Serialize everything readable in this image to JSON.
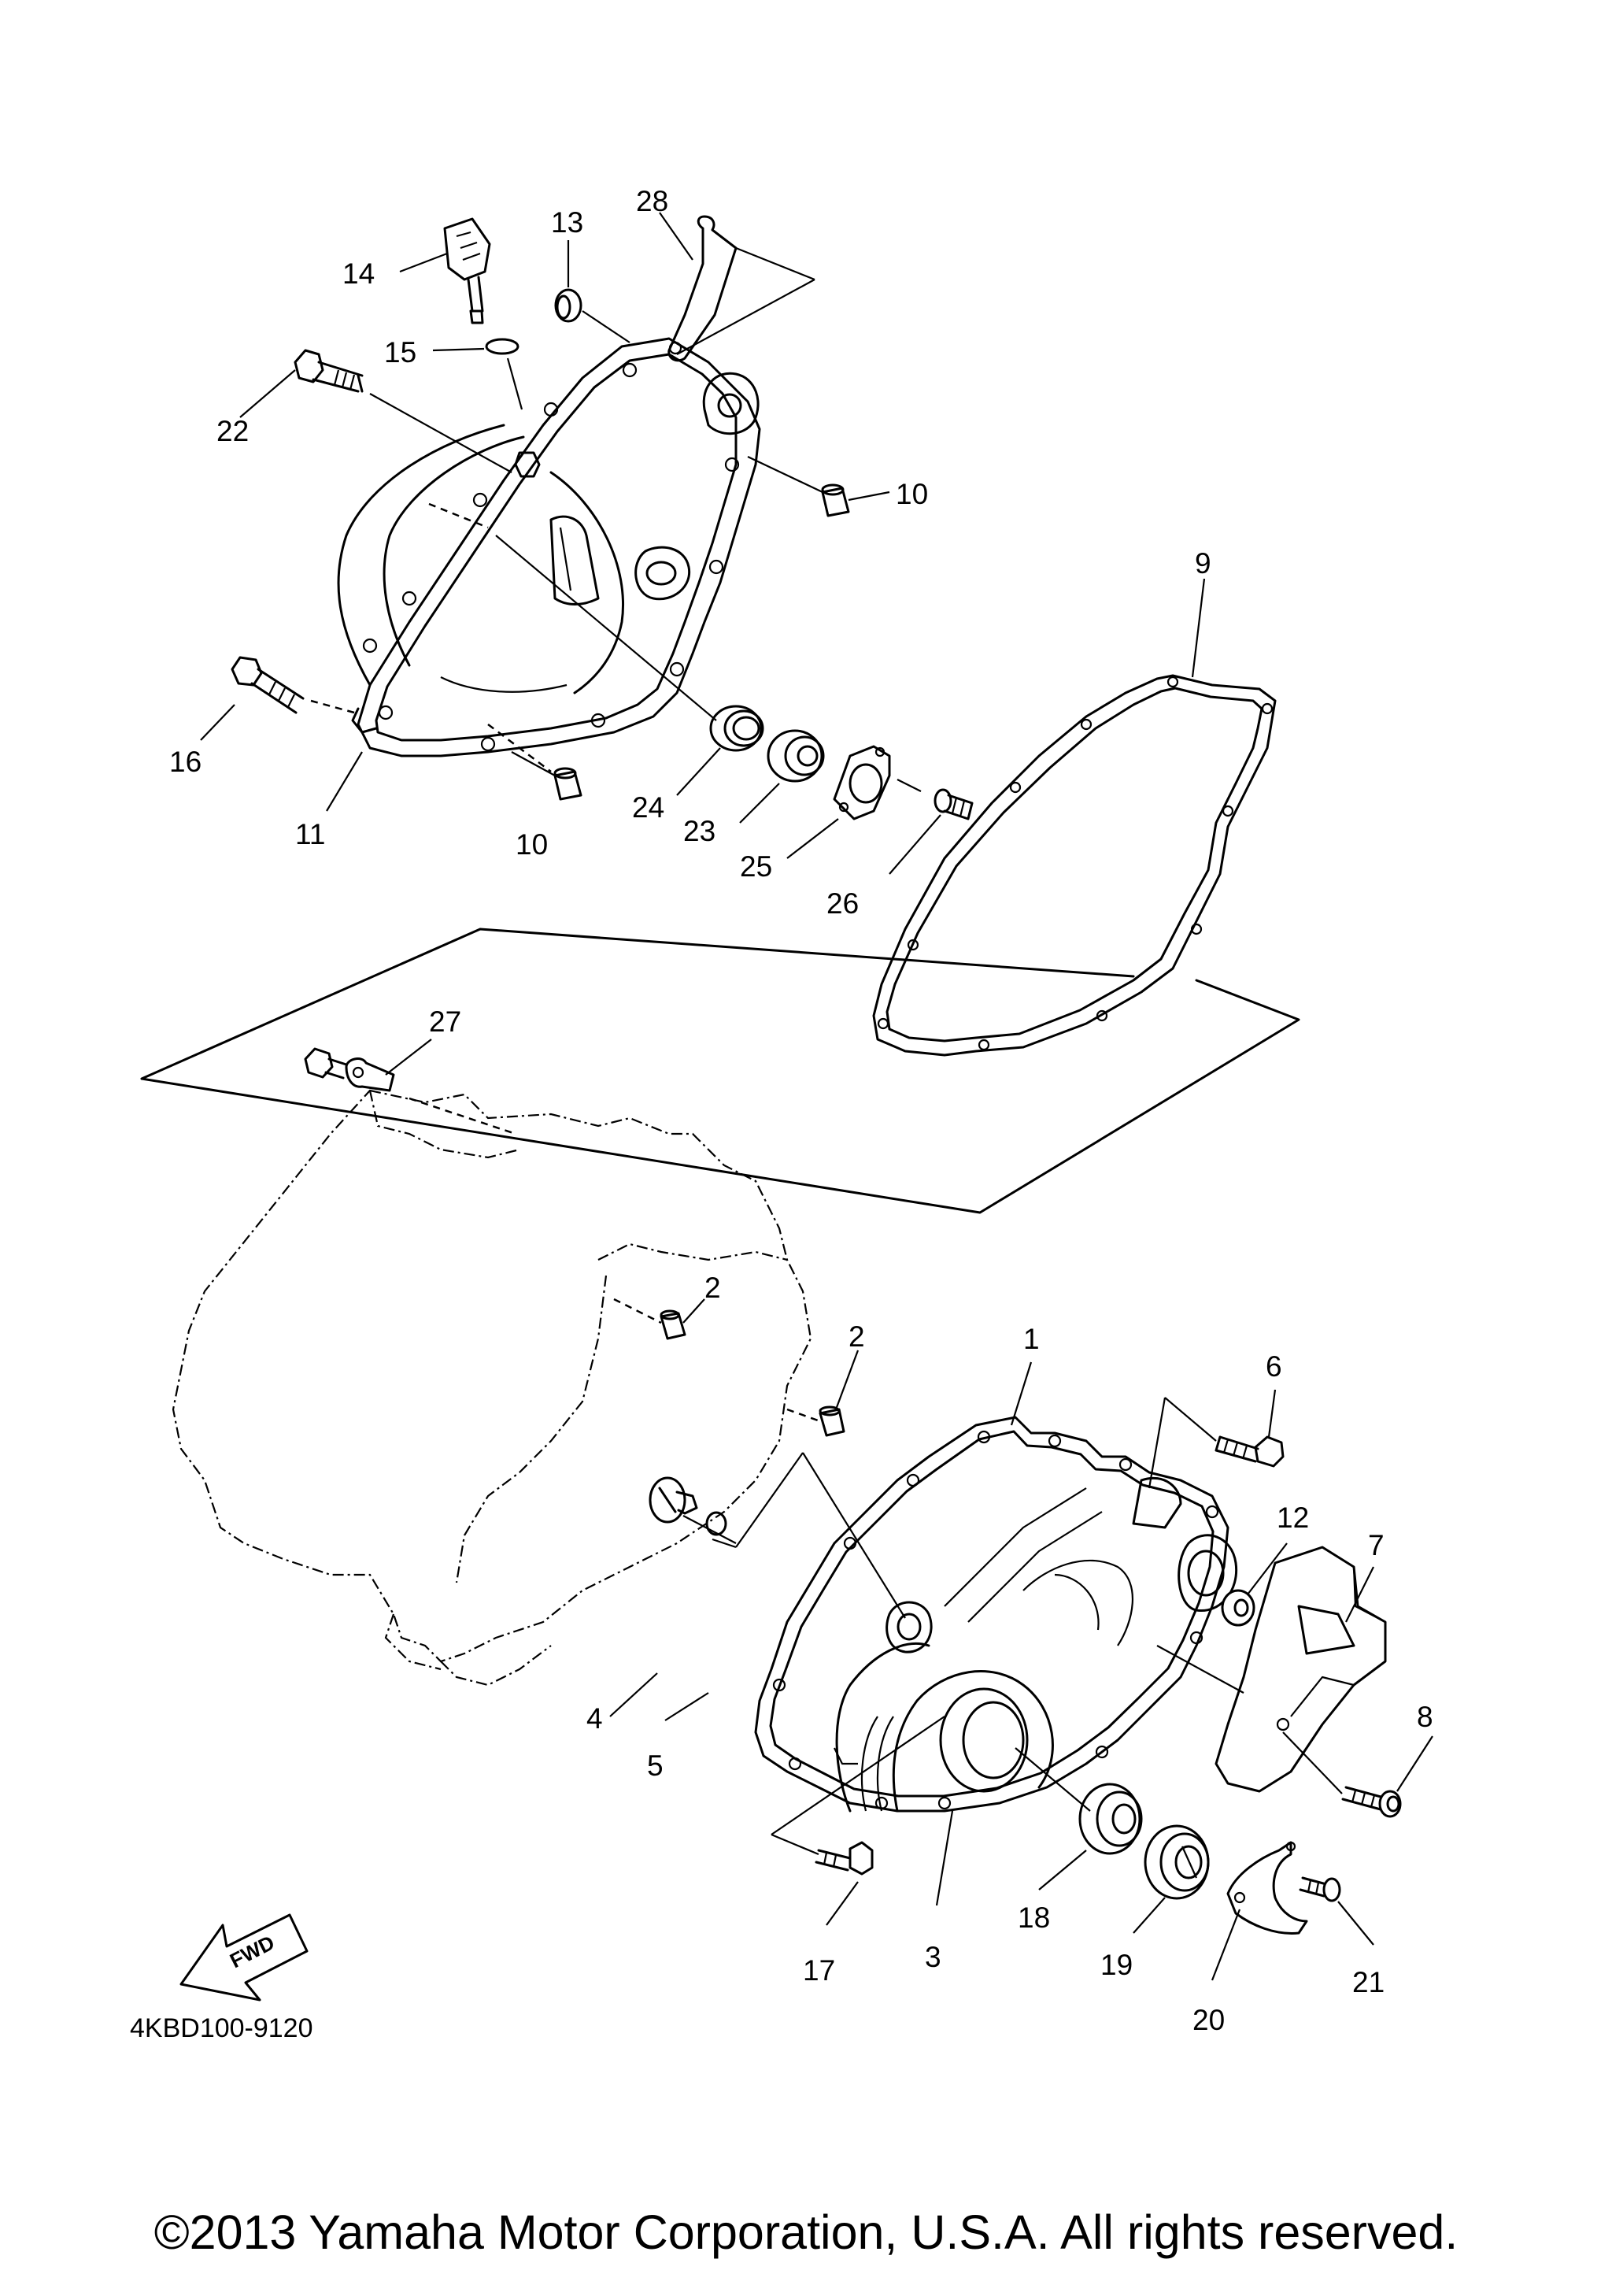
{
  "diagram": {
    "code": "4KBD100-9120",
    "fwd_label": "FWD",
    "callouts": [
      {
        "id": "c28",
        "text": "28"
      },
      {
        "id": "c13",
        "text": "13"
      },
      {
        "id": "c14",
        "text": "14"
      },
      {
        "id": "c15",
        "text": "15"
      },
      {
        "id": "c22",
        "text": "22"
      },
      {
        "id": "c10a",
        "text": "10"
      },
      {
        "id": "c9",
        "text": "9"
      },
      {
        "id": "c16",
        "text": "16"
      },
      {
        "id": "c11",
        "text": "11"
      },
      {
        "id": "c10b",
        "text": "10"
      },
      {
        "id": "c24",
        "text": "24"
      },
      {
        "id": "c23",
        "text": "23"
      },
      {
        "id": "c25",
        "text": "25"
      },
      {
        "id": "c26",
        "text": "26"
      },
      {
        "id": "c27",
        "text": "27"
      },
      {
        "id": "c2a",
        "text": "2"
      },
      {
        "id": "c2b",
        "text": "2"
      },
      {
        "id": "c1",
        "text": "1"
      },
      {
        "id": "c6",
        "text": "6"
      },
      {
        "id": "c12",
        "text": "12"
      },
      {
        "id": "c7",
        "text": "7"
      },
      {
        "id": "c4",
        "text": "4"
      },
      {
        "id": "c5",
        "text": "5"
      },
      {
        "id": "c8",
        "text": "8"
      },
      {
        "id": "c17",
        "text": "17"
      },
      {
        "id": "c3",
        "text": "3"
      },
      {
        "id": "c18",
        "text": "18"
      },
      {
        "id": "c19",
        "text": "19"
      },
      {
        "id": "c20",
        "text": "20"
      },
      {
        "id": "c21",
        "text": "21"
      }
    ]
  },
  "footer": {
    "copyright": "©2013 Yamaha Motor Corporation, U.S.A. All rights reserved."
  }
}
